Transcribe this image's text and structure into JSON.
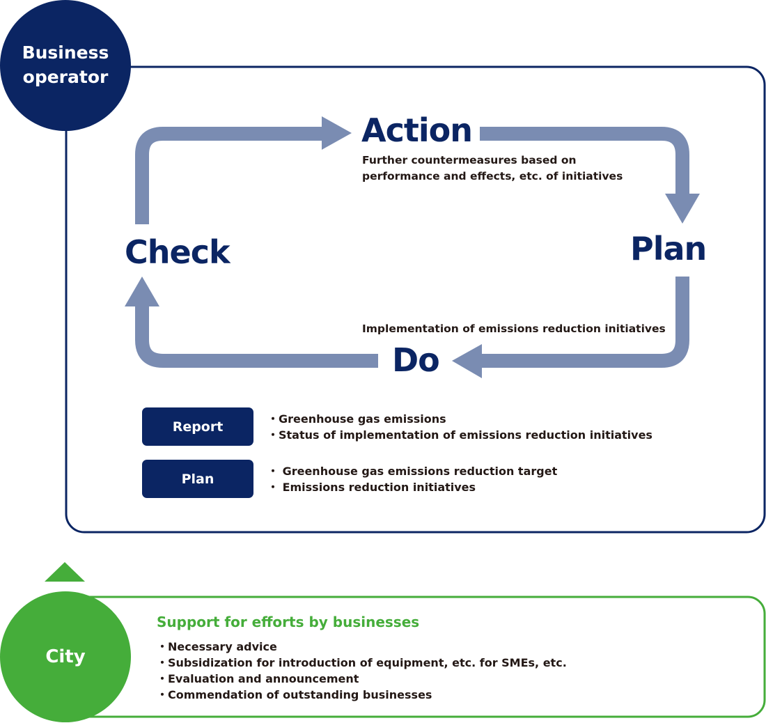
{
  "colors": {
    "navy": "#0b2563",
    "arrow": "#7a8cb2",
    "green": "#45ad3a",
    "text": "#231815"
  },
  "business_operator": {
    "label_line1": "Business",
    "label_line2": "operator"
  },
  "cycle": {
    "action": {
      "title": "Action",
      "description_line1": "Further countermeasures based on",
      "description_line2": "performance and effects, etc. of initiatives"
    },
    "plan": {
      "title": "Plan"
    },
    "do": {
      "title": "Do",
      "description": "Implementation of emissions reduction initiatives"
    },
    "check": {
      "title": "Check"
    }
  },
  "documents": [
    {
      "label": "Report",
      "items": [
        "・Greenhouse gas emissions",
        "・Status of implementation of emissions reduction initiatives"
      ]
    },
    {
      "label": "Plan",
      "items": [
        "・ Greenhouse gas emissions reduction target",
        "・ Emissions reduction initiatives"
      ]
    }
  ],
  "city": {
    "label": "City",
    "support_title": "Support for efforts by businesses",
    "support_items": [
      "・Necessary advice",
      "・Subsidization for introduction of equipment, etc. for SMEs, etc.",
      "・Evaluation and announcement",
      "・Commendation of outstanding businesses"
    ]
  }
}
